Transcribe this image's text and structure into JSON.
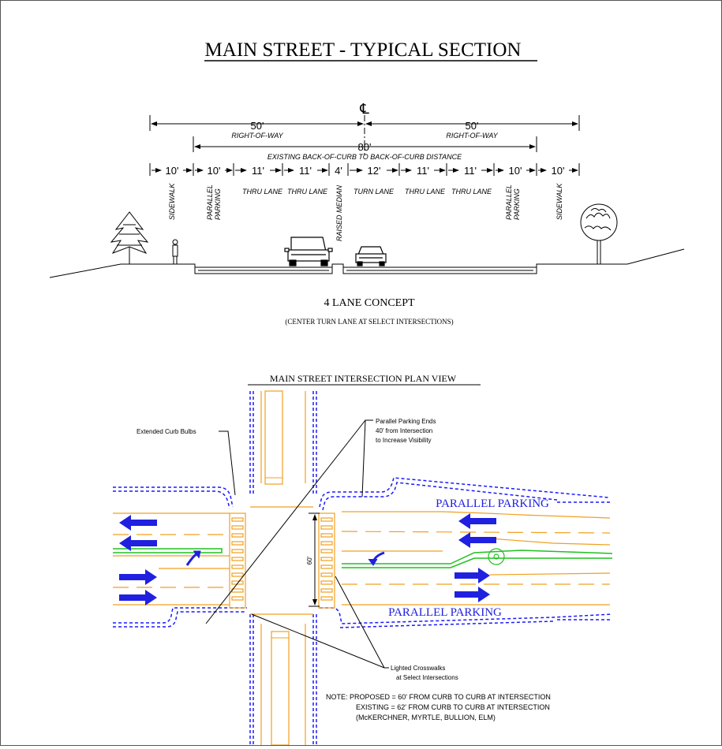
{
  "section": {
    "title": "MAIN STREET - TYPICAL SECTION",
    "centerline": "℄",
    "row_left": {
      "dim": "50'",
      "label": "RIGHT-OF-WAY"
    },
    "row_right": {
      "dim": "50'",
      "label": "RIGHT-OF-WAY"
    },
    "curb": {
      "dim": "80'",
      "label": "EXISTING BACK-OF-CURB TO BACK-OF-CURB DISTANCE"
    },
    "widths": [
      "10'",
      "10'",
      "11'",
      "11'",
      "4'",
      "12'",
      "11'",
      "11'",
      "10'",
      "10'"
    ],
    "lanes": {
      "sidewalk_left": "SIDEWALK",
      "parking_left_1": "PARALLEL",
      "parking_left_2": "PARKING",
      "thru_1": "THRU LANE",
      "thru_2": "THRU LANE",
      "median": "RAISED MEDIAN",
      "turn": "TURN LANE",
      "thru_3": "THRU LANE",
      "thru_4": "THRU LANE",
      "parking_right_1": "PARALLEL",
      "parking_right_2": "PARKING",
      "sidewalk_right": "SIDEWALK"
    },
    "concept": "4 LANE CONCEPT",
    "concept_note": "(CENTER TURN LANE AT SELECT INTERSECTIONS)"
  },
  "plan": {
    "title": "MAIN STREET INTERSECTION PLAN VIEW",
    "callout_curb": "Extended Curb Bulbs",
    "callout_parking": [
      "Parallel Parking Ends",
      "40' from Intersection",
      "to Increase Visibility"
    ],
    "parking_top": "PARALLEL PARKING",
    "parking_bottom": "PARALLEL PARKING",
    "dim_60": "60'",
    "callout_crosswalk": [
      "Lighted Crosswalks",
      "at Select Intersections"
    ],
    "note": [
      "NOTE:  PROPOSED = 60' FROM CURB TO CURB AT INTERSECTION",
      "EXISTING = 62' FROM CURB TO CURB AT INTERSECTION",
      "(McKERCHNER, MYRTLE, BULLION, ELM)"
    ]
  },
  "colors": {
    "line": "#000000",
    "lane_markings": "#f0a020",
    "curb": "#1a1aff",
    "arrows": "#2020e0",
    "median": "#20c020"
  }
}
